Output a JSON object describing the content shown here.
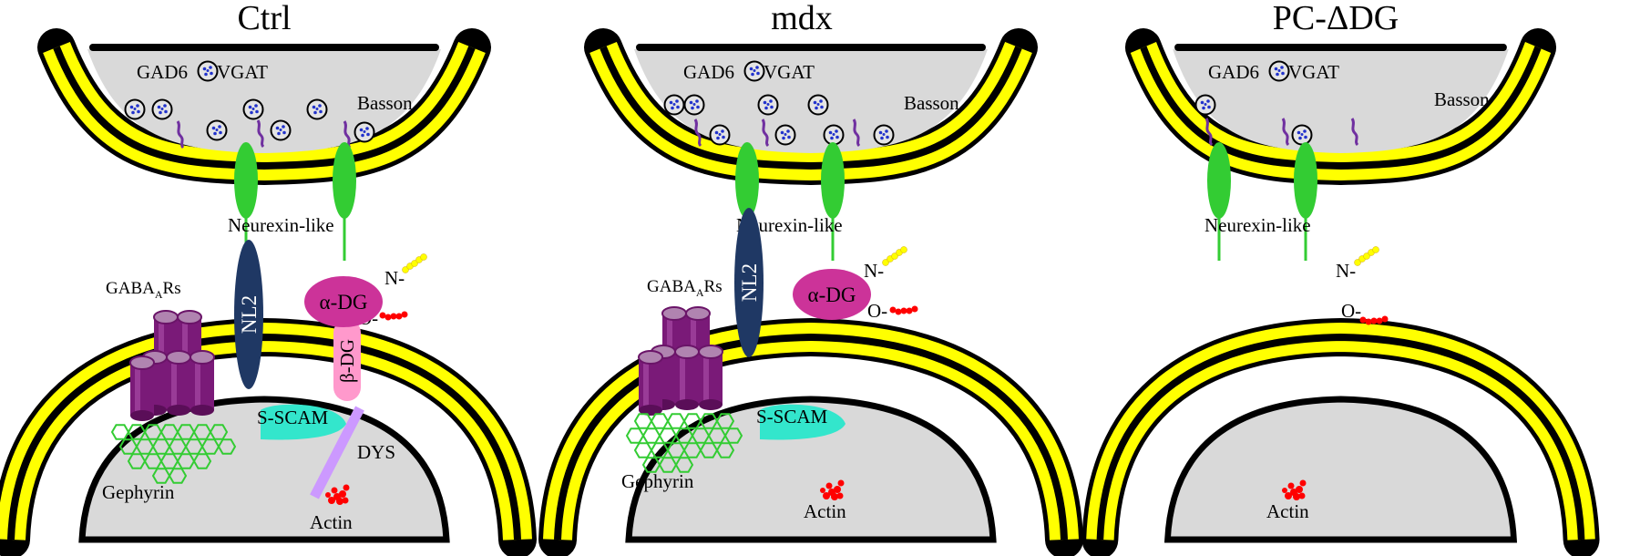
{
  "panels": [
    {
      "title": "Ctrl",
      "labels": {
        "gad": "GAD6",
        "vgat": "VGAT",
        "basson": "Basson",
        "neurexin": "Neurexin-like",
        "nl2": "NL2",
        "gaba_main": "GABA",
        "gaba_sub": "A",
        "gaba_tail": "Rs",
        "alpha_dg": "α-DG",
        "beta_dg": "β-DG",
        "n_term": "N-",
        "o_term": "O-",
        "sscam": "S-SCAM",
        "dys": "DYS",
        "gephyrin": "Gephyrin",
        "actin": "Actin"
      }
    },
    {
      "title": "mdx",
      "labels": {
        "gad": "GAD6",
        "vgat": "VGAT",
        "basson": "Basson",
        "neurexin": "Neurexin-like",
        "nl2": "NL2",
        "gaba_main": "GABA",
        "gaba_sub": "A",
        "gaba_tail": "Rs",
        "alpha_dg": "α-DG",
        "n_term": "N-",
        "o_term": "O-",
        "sscam": "S-SCAM",
        "gephyrin": "Gephyrin",
        "actin": "Actin"
      }
    },
    {
      "title": "PC-ΔDG",
      "labels": {
        "gad": "GAD6",
        "vgat": "VGAT",
        "basson": "Basson",
        "neurexin": "Neurexin-like",
        "n_term": "N-",
        "o_term": "O-",
        "actin": "Actin"
      }
    }
  ],
  "colors": {
    "membrane": "#ffff00",
    "cytoplasm": "#d9d9d9",
    "neurexin": "#33cc33",
    "nl2": "#1f3864",
    "alpha_dg": "#cc3399",
    "beta_dg": "#ff99cc",
    "sscam": "#33e6cc",
    "dys": "#cc99ff",
    "gephyrin": "#33cc33",
    "gaba": "#7a1a78",
    "actin": "#ff0000",
    "vesicle_dots": "#2233cc",
    "basson": "#7030a0",
    "glycan_n": "#ffff00",
    "glycan_o": "#ff0000"
  }
}
